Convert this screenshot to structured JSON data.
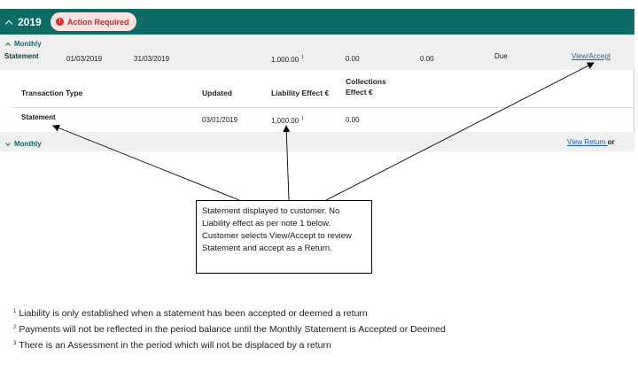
{
  "year_section": {
    "year": "2019",
    "status_badge": "Action Required",
    "alert_glyph": "!"
  },
  "period_row": {
    "toggle_label": "Monthly",
    "type": "Statement",
    "start_date": "01/03/2019",
    "end_date": "31/03/2019",
    "liability": "1,000.00",
    "liability_note": "1",
    "collections": "0.00",
    "col_five": "0.00",
    "status": "Due",
    "action_link": "View/Accept"
  },
  "transactions": {
    "headers": [
      "Transaction Type",
      "Updated",
      "Liability Effect €",
      "Collections Effect €"
    ],
    "rows": [
      {
        "type": "Statement",
        "updated": "03/01/2019",
        "liability": "1,000.00",
        "liability_note": "1",
        "collections": "0.00"
      }
    ]
  },
  "second_period_row": {
    "toggle_label": "Monthly",
    "view_return_link": "View Return ",
    "or_text": "or"
  },
  "callout_text": "Statement displayed to customer. No Liability effect as per note 1 below. Customer selects View/Accept to review Statement and accept as a Return.",
  "footnotes": [
    {
      "mark": "1",
      "text": "Liability is only established when a statement has been accepted or deemed a return"
    },
    {
      "mark": "2",
      "text": "Payments will not be reflected in the period balance until the Monthly Statement is Accepted or Deemed"
    },
    {
      "mark": "3",
      "text": "There is an Assessment in the period which will not be displaced by a return"
    }
  ],
  "colors": {
    "header_teal": "#0e6b65",
    "alert_red": "#d32f2f",
    "link_blue": "#1f5fa8",
    "row_grey": "#efefef"
  }
}
